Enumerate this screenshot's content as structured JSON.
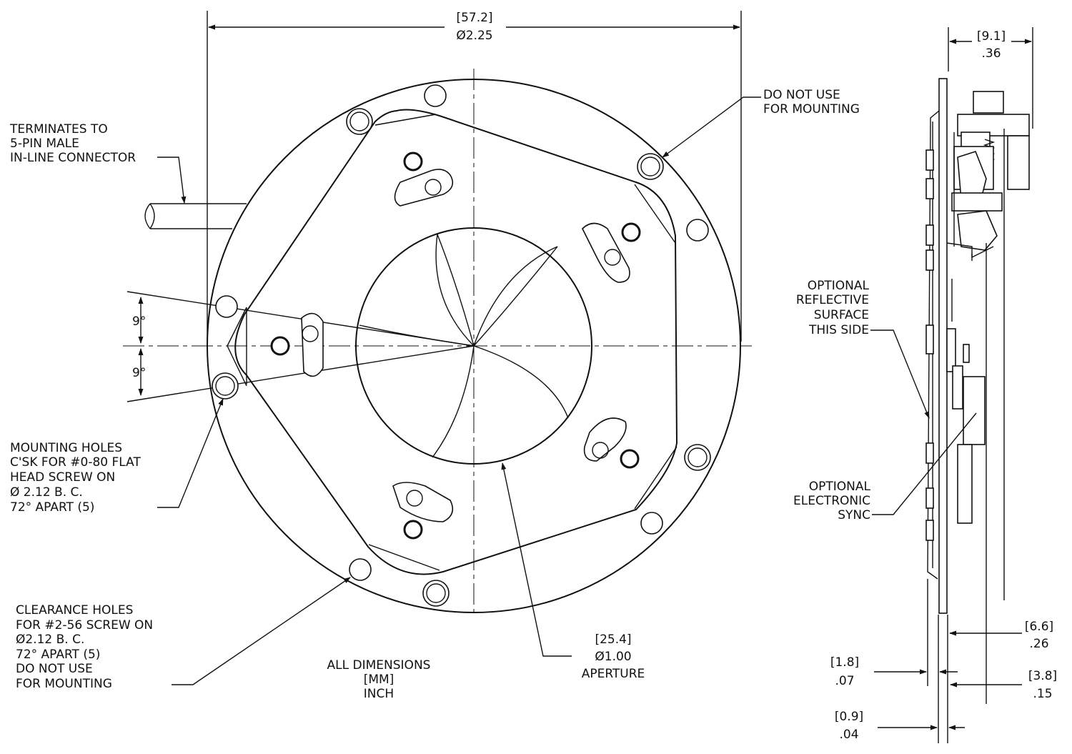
{
  "dimensions": {
    "outer_diameter_mm": "[57.2]",
    "outer_diameter_in": "Ø2.25",
    "thickness_mm": "[9.1]",
    "thickness_in": ".36",
    "aperture_mm": "[25.4]",
    "aperture_in": "Ø1.00",
    "aperture_label": "APERTURE",
    "angle_upper": "9°",
    "angle_lower": "9°",
    "dim_66_mm": "[6.6]",
    "dim_66_in": ".26",
    "dim_18_mm": "[1.8]",
    "dim_18_in": ".07",
    "dim_38_mm": "[3.8]",
    "dim_38_in": ".15",
    "dim_09_mm": "[0.9]",
    "dim_09_in": ".04"
  },
  "notes": {
    "connector": [
      "TERMINATES TO",
      "5-PIN MALE",
      "IN-LINE CONNECTOR"
    ],
    "do_not_use": [
      "DO NOT USE",
      "FOR MOUNTING"
    ],
    "mounting_holes": [
      "MOUNTING HOLES",
      "C'SK FOR #0-80 FLAT",
      "HEAD SCREW ON",
      "Ø 2.12 B. C.",
      "72° APART (5)"
    ],
    "clearance_holes": [
      "CLEARANCE HOLES",
      "FOR #2-56 SCREW ON",
      "Ø2.12 B. C.",
      "72° APART (5)",
      "DO NOT USE",
      "FOR MOUNTING"
    ],
    "units": [
      "ALL DIMENSIONS",
      "[MM]",
      "INCH"
    ],
    "reflective": [
      "OPTIONAL",
      "REFLECTIVE",
      "SURFACE",
      "THIS SIDE"
    ],
    "sync": [
      "OPTIONAL",
      "ELECTRONIC",
      "SYNC"
    ]
  }
}
